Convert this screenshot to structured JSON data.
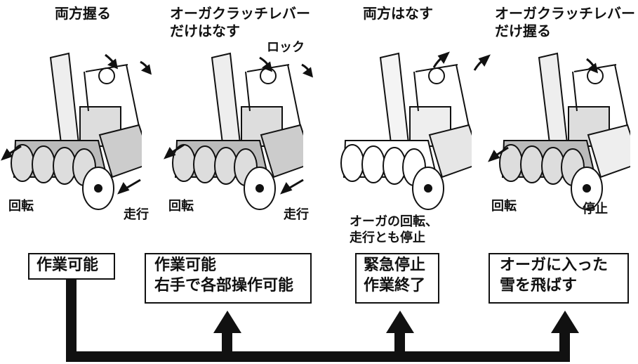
{
  "panels": [
    {
      "title": [
        "両方握る"
      ],
      "labels": {
        "rotation": "回転",
        "travel": "走行"
      }
    },
    {
      "title": [
        "オーガクラッチレバー",
        "だけはなす"
      ],
      "lock": "ロック",
      "labels": {
        "rotation": "回転",
        "travel": "走行"
      }
    },
    {
      "title": [
        "両方はなす"
      ],
      "note": [
        "オーガの回転、",
        "走行とも停止"
      ]
    },
    {
      "title": [
        "オーガクラッチレバー",
        "だけ握る"
      ],
      "labels": {
        "rotation": "回転",
        "travel": "停止"
      }
    }
  ],
  "boxes": [
    {
      "lines": [
        "作業可能"
      ]
    },
    {
      "lines": [
        "作業可能",
        "右手で各部操作可能"
      ]
    },
    {
      "lines": [
        "緊急停止",
        "作業終了"
      ]
    },
    {
      "lines": [
        "オーガに入った",
        "雪を飛ばす"
      ]
    }
  ],
  "icons": {
    "machine": "snowblower-illustration",
    "arrow": "up-arrow-icon"
  }
}
